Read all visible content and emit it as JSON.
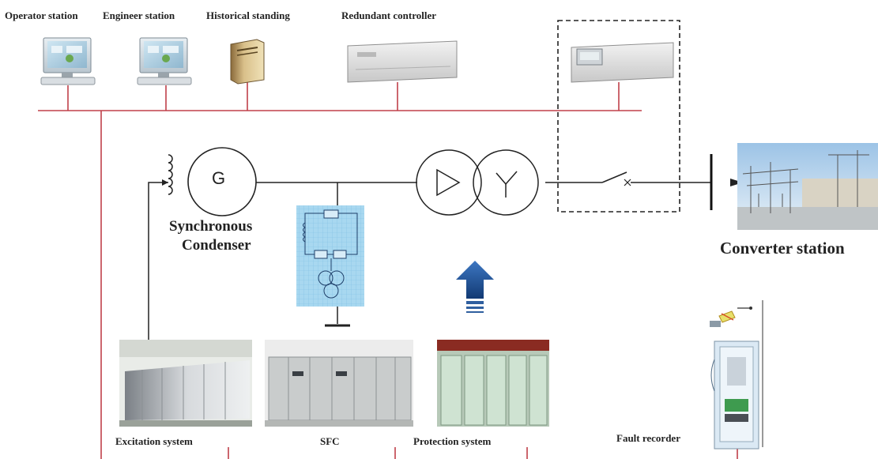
{
  "labels": {
    "operator_station": "Operator station",
    "engineer_station": "Engineer station",
    "historical_standing": "Historical standing",
    "redundant_controller": "Redundant controller",
    "synchronous": "Synchronous",
    "condenser": "Condenser",
    "generator_symbol": "G",
    "converter_station": "Converter station",
    "excitation_system": "Excitation system",
    "sfc": "SFC",
    "protection_system": "Protection system",
    "fault_recorder": "Fault recorder"
  },
  "colors": {
    "bus_line": "#c0404a",
    "electrical_line": "#222222",
    "arrow_blue": "#1f4f8f",
    "sfc_panel": "#a8d8f0"
  }
}
